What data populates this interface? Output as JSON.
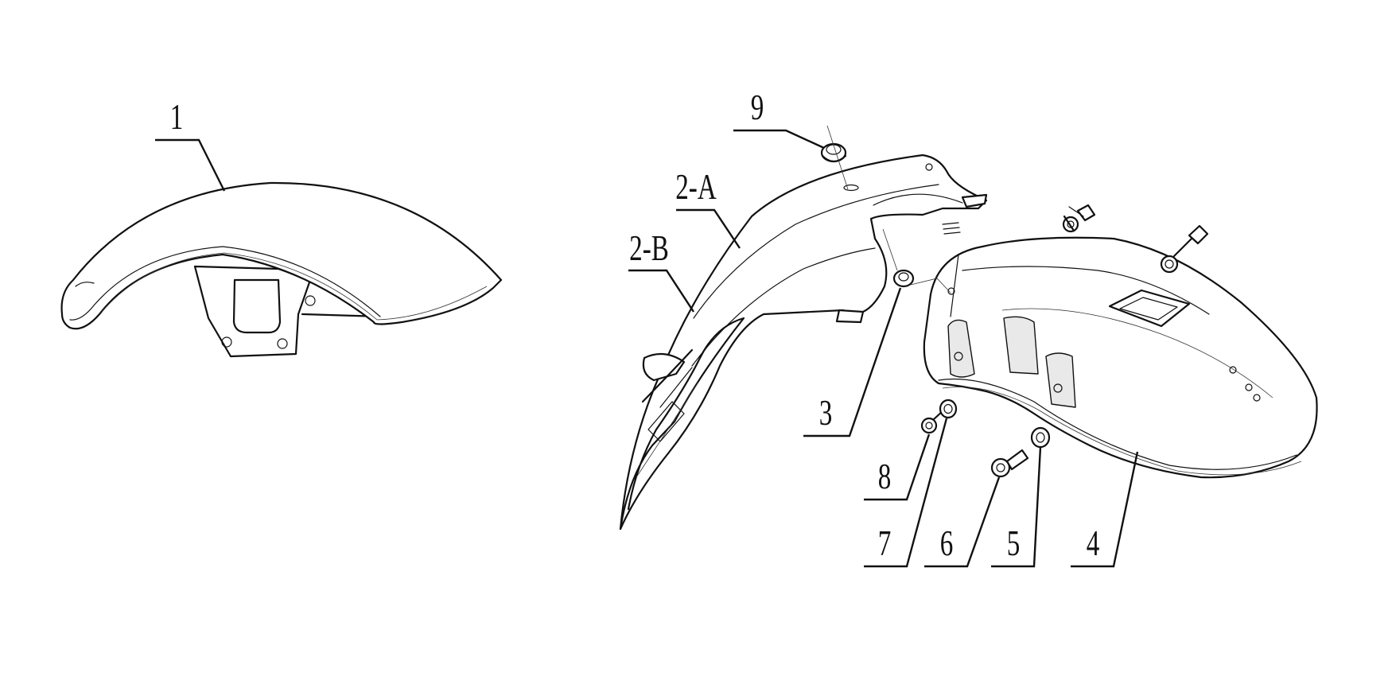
{
  "diagram": {
    "parts": [
      {
        "id": "1",
        "label": "1"
      },
      {
        "id": "2-A",
        "label": "2-A"
      },
      {
        "id": "2-B",
        "label": "2-B"
      },
      {
        "id": "3",
        "label": "3"
      },
      {
        "id": "4",
        "label": "4"
      },
      {
        "id": "5",
        "label": "5"
      },
      {
        "id": "6",
        "label": "6"
      },
      {
        "id": "7",
        "label": "7"
      },
      {
        "id": "8",
        "label": "8"
      },
      {
        "id": "9",
        "label": "9"
      }
    ],
    "line_color": "#111111",
    "background": "#ffffff"
  }
}
